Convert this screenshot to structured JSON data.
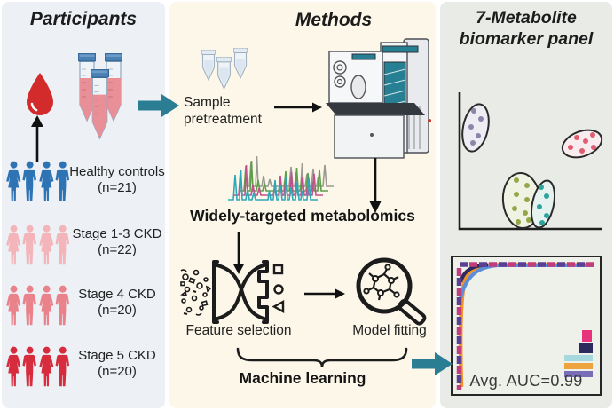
{
  "participants": {
    "title": "Participants",
    "groups": [
      {
        "label": "Healthy controls",
        "count": "(n=21)",
        "color": "#2e74b5"
      },
      {
        "label": "Stage 1-3 CKD",
        "count": "(n=22)",
        "color": "#f3b4ba"
      },
      {
        "label": "Stage 4 CKD",
        "count": "(n=20)",
        "color": "#ea828b"
      },
      {
        "label": "Stage 5 CKD",
        "count": "(n=20)",
        "color": "#d62c3e"
      }
    ]
  },
  "methods": {
    "title": "Methods",
    "sample_line1": "Sample",
    "sample_line2": "pretreatment",
    "metabolomics_label": "Widely-targeted metabolomics",
    "feature_selection_label": "Feature selection",
    "model_fitting_label": "Model fitting",
    "machine_learning_label": "Machine learning"
  },
  "biomarker_panel": {
    "title_line1": "7-Metabolite",
    "title_line2": "biomarker panel",
    "scatter": {
      "clusters": [
        {
          "name": "cluster-purple",
          "dot_color": "#8d85a8"
        },
        {
          "name": "cluster-red",
          "dot_color": "#e05c6e"
        },
        {
          "name": "cluster-green",
          "dot_color": "#93a748"
        },
        {
          "name": "cluster-teal",
          "dot_color": "#2fa29d"
        }
      ]
    },
    "roc": {
      "auc_label": "Avg. AUC=0.99",
      "legend_colors": [
        "#e8327c",
        "#2c2a5e",
        "#a6d8de",
        "#eda33e",
        "#7a6db8"
      ],
      "curve_colors": {
        "dashed_magenta": "#c13d7c",
        "dashed_purple": "#5a3f92",
        "orange": "#f0932c",
        "blue": "#5b8dd9",
        "navy": "#2c2a5e"
      }
    }
  },
  "colors": {
    "flow_arrow": "#2b7d93",
    "panel_left_bg": "#edf1f6",
    "panel_mid_bg": "#fcf7e9",
    "panel_right_bg": "#e9ece6",
    "blood_red": "#d32b2b",
    "chromatogram": [
      "#9a9a92",
      "#5f9e4c",
      "#c2508e",
      "#2fa7b9"
    ]
  },
  "icons": [
    "blood-drop-icon",
    "blood-tubes-icon",
    "people-group-icon",
    "eppendorf-tubes-icon",
    "mass-spectrometer-icon",
    "chromatogram-icon",
    "funnel-filter-icon",
    "magnifier-molecule-icon",
    "flow-arrow-icon",
    "scatter-plot",
    "roc-plot"
  ]
}
